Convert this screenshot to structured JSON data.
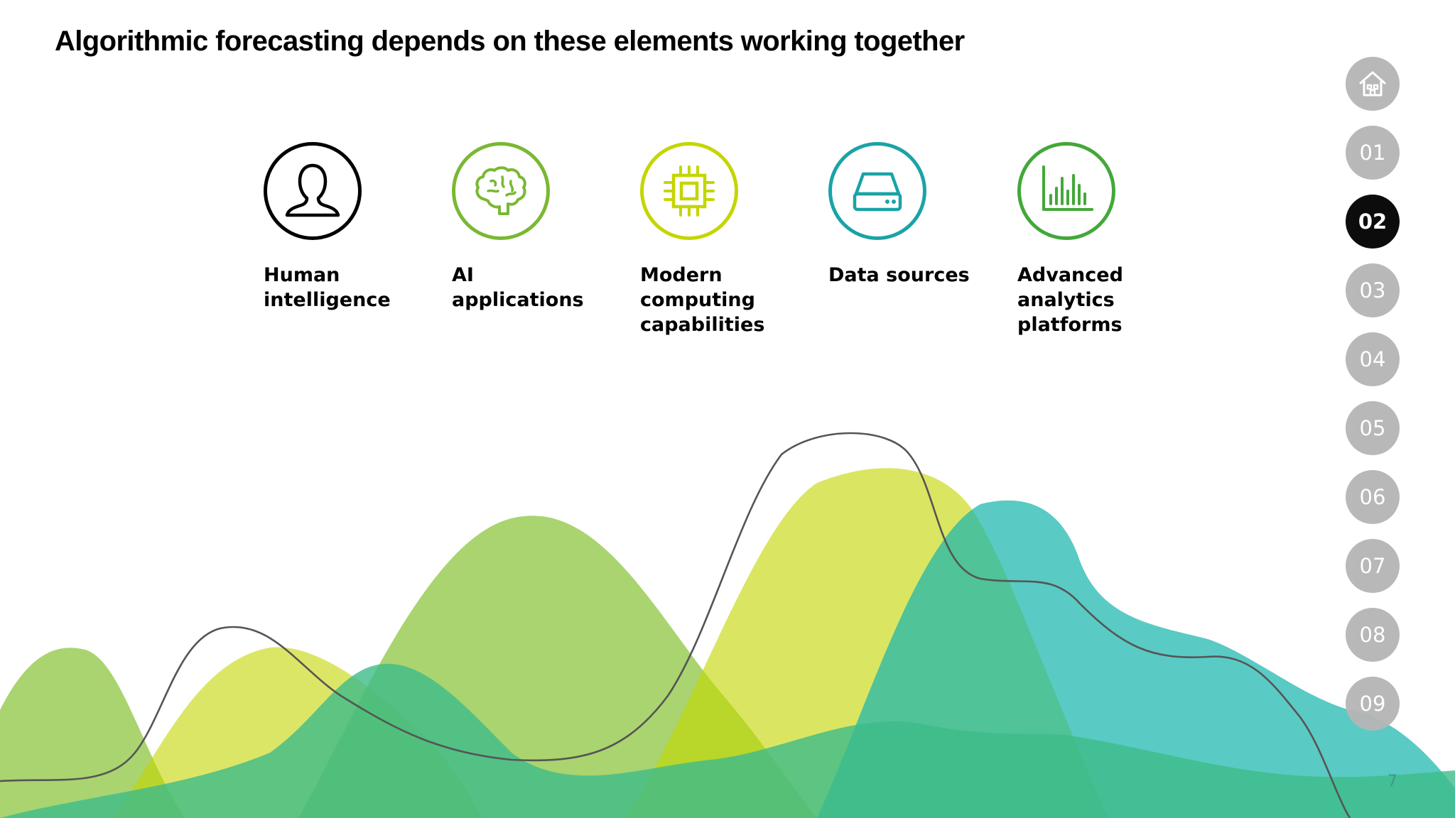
{
  "slide": {
    "title": "Algorithmic forecasting depends on these elements working together",
    "page_number": "7"
  },
  "elements": [
    {
      "label": "Human\nintelligence",
      "icon": "person-icon",
      "color": "#000000"
    },
    {
      "label": "AI\napplications",
      "icon": "brain-icon",
      "color": "#7ab833"
    },
    {
      "label": "Modern\ncomputing\ncapabilities",
      "icon": "chip-icon",
      "color": "#c4d600"
    },
    {
      "label": "Data sources",
      "icon": "database-icon",
      "color": "#1aa3a6"
    },
    {
      "label": "Advanced\nanalytics\nplatforms",
      "icon": "bar-chart-icon",
      "color": "#43a839"
    }
  ],
  "nav": {
    "home_icon": "home-icon",
    "items": [
      "01",
      "02",
      "03",
      "04",
      "05",
      "06",
      "07",
      "08",
      "09"
    ],
    "active": "02",
    "inactive_color": "#b5b5b5",
    "active_color": "#000000"
  },
  "colors": {
    "light_green": "#8cc63f",
    "lime": "#c4d600",
    "teal": "#1ab6ad",
    "green": "#3dbb8a",
    "line": "#555555"
  }
}
